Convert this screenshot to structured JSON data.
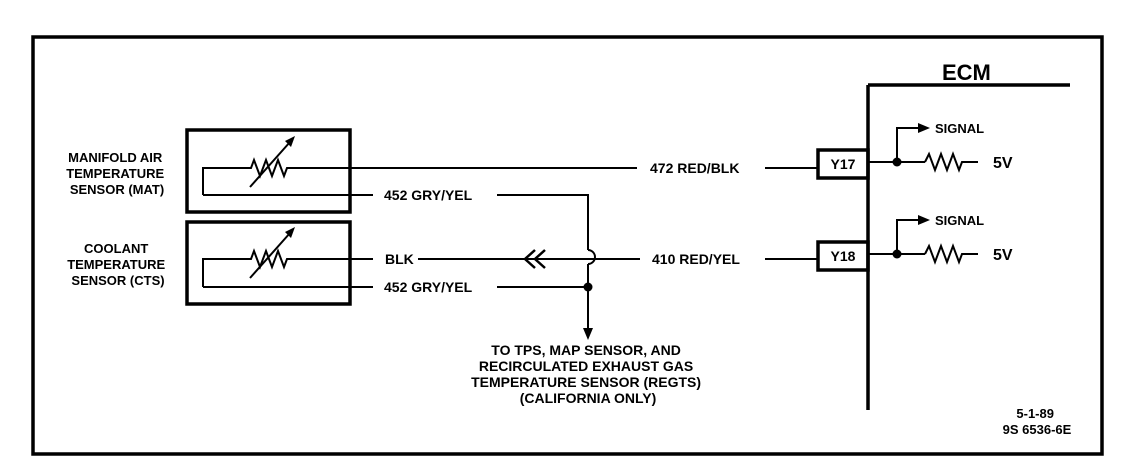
{
  "ecm": {
    "title": "ECM",
    "pins": [
      {
        "pin": "Y17",
        "wire": "472 RED/BLK",
        "signal": "SIGNAL",
        "voltage": "5V"
      },
      {
        "pin": "Y18",
        "wire": "410 RED/YEL",
        "signal": "SIGNAL",
        "voltage": "5V"
      }
    ]
  },
  "sensors": {
    "mat": {
      "label": [
        "MANIFOLD AIR",
        "TEMPERATURE",
        "SENSOR (MAT)"
      ],
      "ground_wire": "452 GRY/YEL"
    },
    "cts": {
      "label": [
        "COOLANT",
        "TEMPERATURE",
        "SENSOR (CTS)"
      ],
      "signal_wire": "BLK",
      "ground_wire": "452 GRY/YEL"
    }
  },
  "note": {
    "lines": [
      "TO TPS, MAP SENSOR, AND",
      "RECIRCULATED EXHAUST GAS",
      "TEMPERATURE SENSOR (REGTS)",
      "(CALIFORNIA ONLY)"
    ]
  },
  "footer": {
    "date": "5-1-89",
    "code": "9S 6536-6E"
  }
}
